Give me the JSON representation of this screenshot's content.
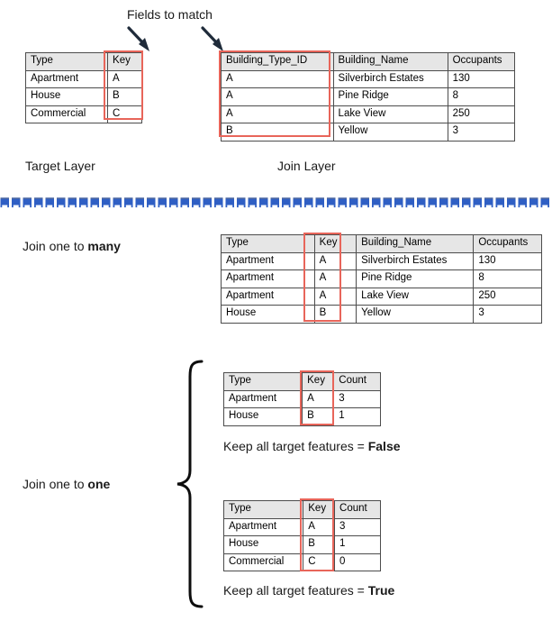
{
  "annotations": {
    "fields_to_match": "Fields to match",
    "target_layer": "Target Layer",
    "join_layer": "Join Layer",
    "join_one_to_many_prefix": "Join one to ",
    "join_one_to_many_emphasis": "many",
    "join_one_to_one_prefix": "Join one to ",
    "join_one_to_one_emphasis": "one",
    "keep_all_false_prefix": "Keep all target features = ",
    "keep_all_false_value": "False",
    "keep_all_true_prefix": "Keep all target features = ",
    "keep_all_true_value": "True"
  },
  "colors": {
    "highlight": "#e8655a",
    "header_fill": "#e6e6e6",
    "border": "#4c4c4c",
    "divider_blue": "#2f5fc4",
    "arrow": "#1f2b3a",
    "text": "#1a1a1a"
  },
  "tables": {
    "target_layer": {
      "headers": [
        "Type",
        "Key"
      ],
      "rows": [
        [
          "Apartment",
          "A"
        ],
        [
          "House",
          "B"
        ],
        [
          "Commercial",
          "C"
        ]
      ],
      "highlight_column": "Key"
    },
    "join_layer": {
      "headers": [
        "Building_Type_ID",
        "Building_Name",
        "Occupants"
      ],
      "rows": [
        [
          "A",
          "Silverbirch Estates",
          "130"
        ],
        [
          "A",
          "Pine Ridge",
          "8"
        ],
        [
          "A",
          "Lake View",
          "250"
        ],
        [
          "B",
          "Yellow",
          "3"
        ]
      ],
      "highlight_column": "Building_Type_ID"
    },
    "one_to_many": {
      "headers": [
        "Type",
        "Key",
        "Building_Name",
        "Occupants"
      ],
      "rows": [
        [
          "Apartment",
          "A",
          "Silverbirch Estates",
          "130"
        ],
        [
          "Apartment",
          "A",
          "Pine Ridge",
          "8"
        ],
        [
          "Apartment",
          "A",
          "Lake View",
          "250"
        ],
        [
          "House",
          "B",
          "Yellow",
          "3"
        ]
      ],
      "highlight_column": "Key"
    },
    "one_to_one_false": {
      "headers": [
        "Type",
        "Key",
        "Count"
      ],
      "rows": [
        [
          "Apartment",
          "A",
          "3"
        ],
        [
          "House",
          "B",
          "1"
        ]
      ],
      "highlight_column": "Key"
    },
    "one_to_one_true": {
      "headers": [
        "Type",
        "Key",
        "Count"
      ],
      "rows": [
        [
          "Apartment",
          "A",
          "3"
        ],
        [
          "House",
          "B",
          "1"
        ],
        [
          "Commercial",
          "C",
          "0"
        ]
      ],
      "highlight_column": "Key"
    }
  },
  "icons": {
    "arrow_left": "down-right-arrow-icon",
    "arrow_right": "down-right-arrow-icon",
    "brace": "curly-brace-icon",
    "divider": "dashed-blue-divider-icon"
  }
}
